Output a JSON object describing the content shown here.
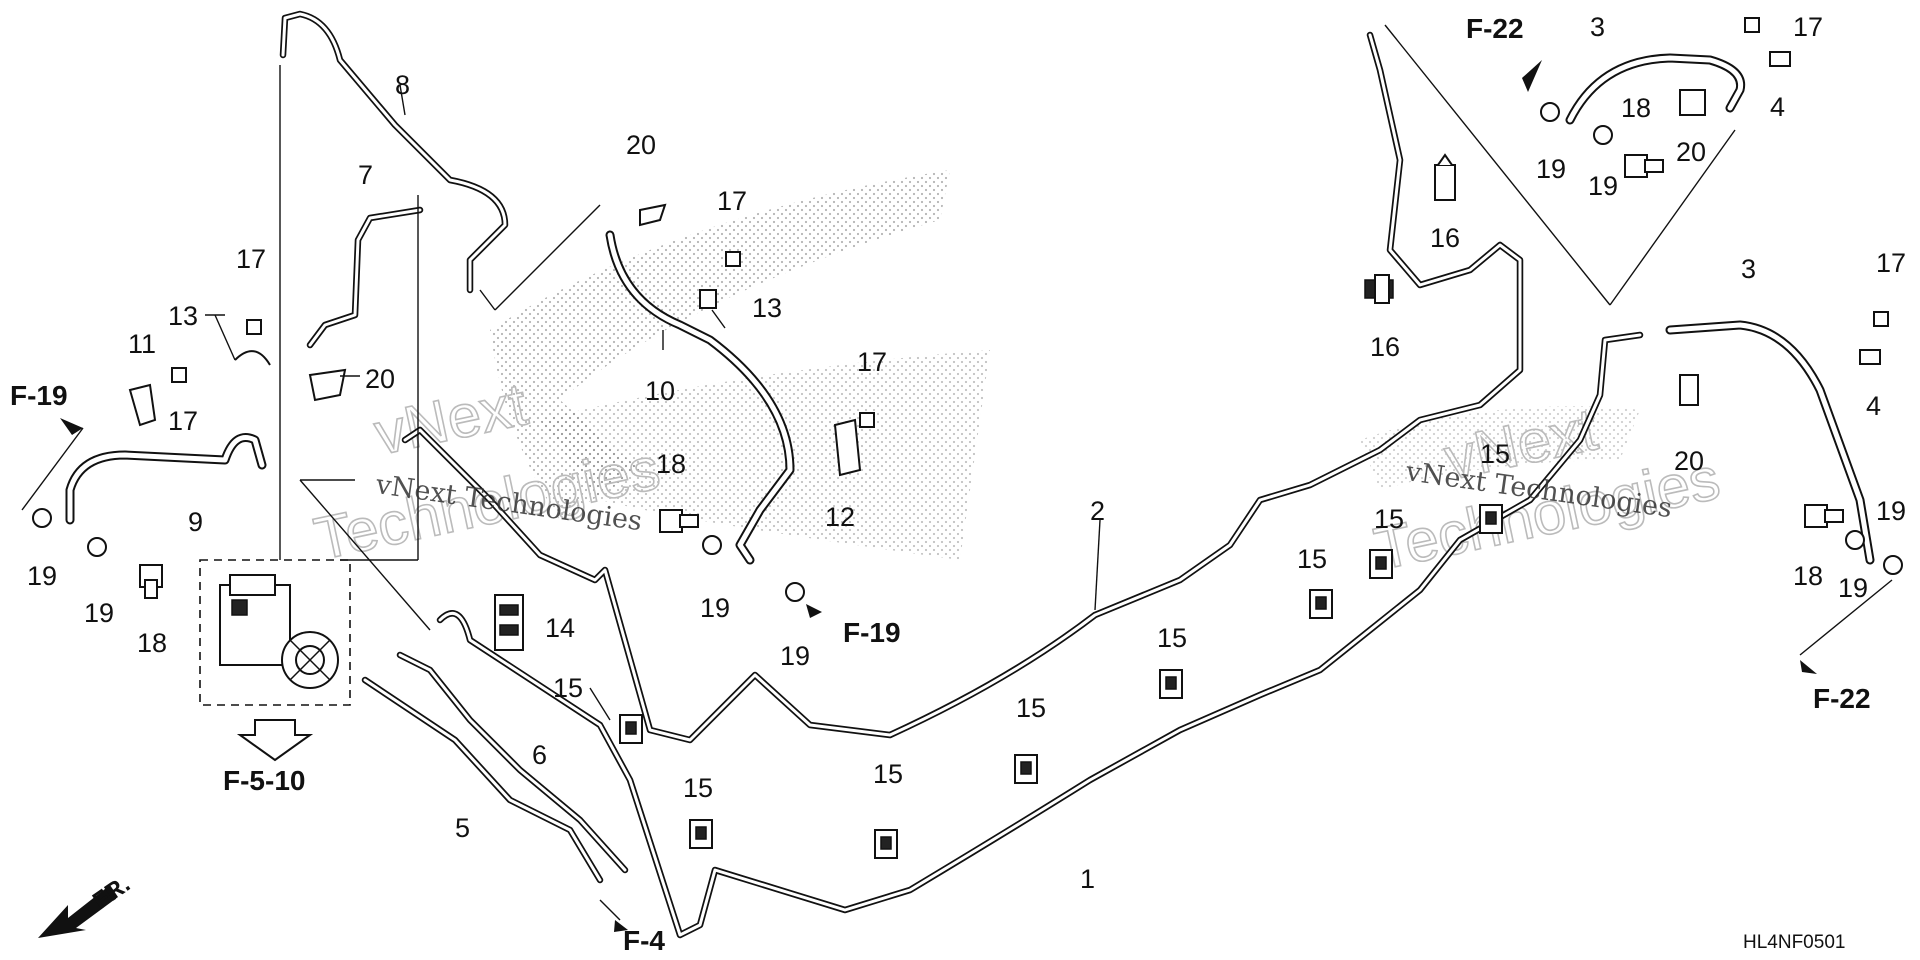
{
  "diagram": {
    "code": "HL4NF0501",
    "direction_label": "FR.",
    "watermark": {
      "company": "vNext Technologies",
      "big_line1": "vNext",
      "big_line2": "Technologies"
    },
    "references": {
      "f19_left": "F-19",
      "f19_mid": "F-19",
      "f22_top": "F-22",
      "f22_right": "F-22",
      "f4": "F-4",
      "f510": "F-5-10"
    },
    "callouts": {
      "p1": "1",
      "p2": "2",
      "p3_top": "3",
      "p3_right": "3",
      "p4_top": "4",
      "p4_right": "4",
      "p5": "5",
      "p6": "6",
      "p7": "7",
      "p8": "8",
      "p9": "9",
      "p10": "10",
      "p11": "11",
      "p12": "12",
      "p13_left": "13",
      "p13_mid": "13",
      "p14": "14",
      "p15_a": "15",
      "p15_b": "15",
      "p15_c": "15",
      "p15_d": "15",
      "p15_e": "15",
      "p15_f": "15",
      "p15_g": "15",
      "p15_h": "15",
      "p16_a": "16",
      "p16_b": "16",
      "p17_a": "17",
      "p17_b": "17",
      "p17_c": "17",
      "p17_d": "17",
      "p17_e": "17",
      "p17_f": "17",
      "p18_a": "18",
      "p18_b": "18",
      "p18_c": "18",
      "p18_d": "18",
      "p19_a": "19",
      "p19_b": "19",
      "p19_c": "19",
      "p19_d": "19",
      "p19_e": "19",
      "p19_f": "19",
      "p19_g": "19",
      "p20_a": "20",
      "p20_b": "20",
      "p20_c": "20",
      "p20_d": "20"
    }
  }
}
